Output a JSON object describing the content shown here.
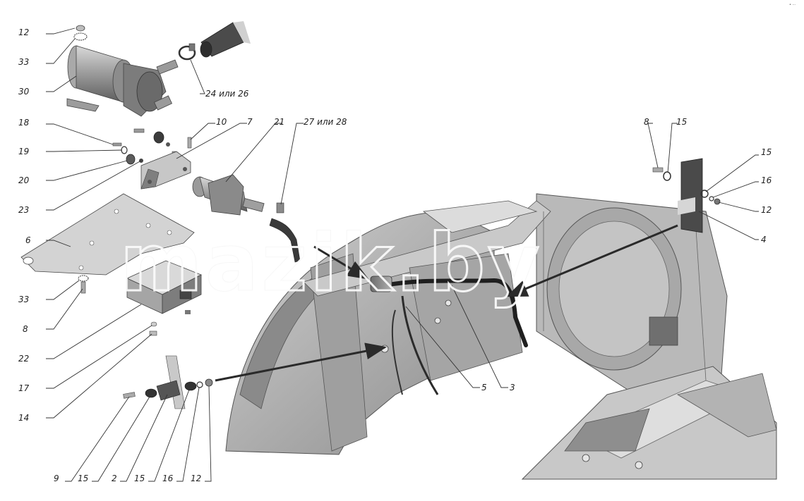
{
  "diagram": {
    "corner_mark": "• ···",
    "watermark": "mazik.by",
    "callouts": [
      {
        "id": "c12a",
        "text": "12"
      },
      {
        "id": "c33a",
        "text": "33"
      },
      {
        "id": "c30",
        "text": "30"
      },
      {
        "id": "c24",
        "text": "24 или 26"
      },
      {
        "id": "c18",
        "text": "18"
      },
      {
        "id": "c19",
        "text": "19"
      },
      {
        "id": "c20",
        "text": "20"
      },
      {
        "id": "c23",
        "text": "23"
      },
      {
        "id": "c10",
        "text": "10"
      },
      {
        "id": "c7",
        "text": "7"
      },
      {
        "id": "c21",
        "text": "21"
      },
      {
        "id": "c27",
        "text": "27 или 28"
      },
      {
        "id": "c6",
        "text": "6"
      },
      {
        "id": "c33b",
        "text": "33"
      },
      {
        "id": "c8a",
        "text": "8"
      },
      {
        "id": "c22",
        "text": "22"
      },
      {
        "id": "c17",
        "text": "17"
      },
      {
        "id": "c14",
        "text": "14"
      },
      {
        "id": "c9",
        "text": "9"
      },
      {
        "id": "c15a",
        "text": "15"
      },
      {
        "id": "c2",
        "text": "2"
      },
      {
        "id": "c15b",
        "text": "15"
      },
      {
        "id": "c16a",
        "text": "16"
      },
      {
        "id": "c12b",
        "text": "12"
      },
      {
        "id": "c5",
        "text": "5"
      },
      {
        "id": "c3",
        "text": "3"
      },
      {
        "id": "c8b",
        "text": "8"
      },
      {
        "id": "c15c",
        "text": "15"
      },
      {
        "id": "c15d",
        "text": "15"
      },
      {
        "id": "c16b",
        "text": "16"
      },
      {
        "id": "c12c",
        "text": "12"
      },
      {
        "id": "c4",
        "text": "4"
      }
    ]
  }
}
